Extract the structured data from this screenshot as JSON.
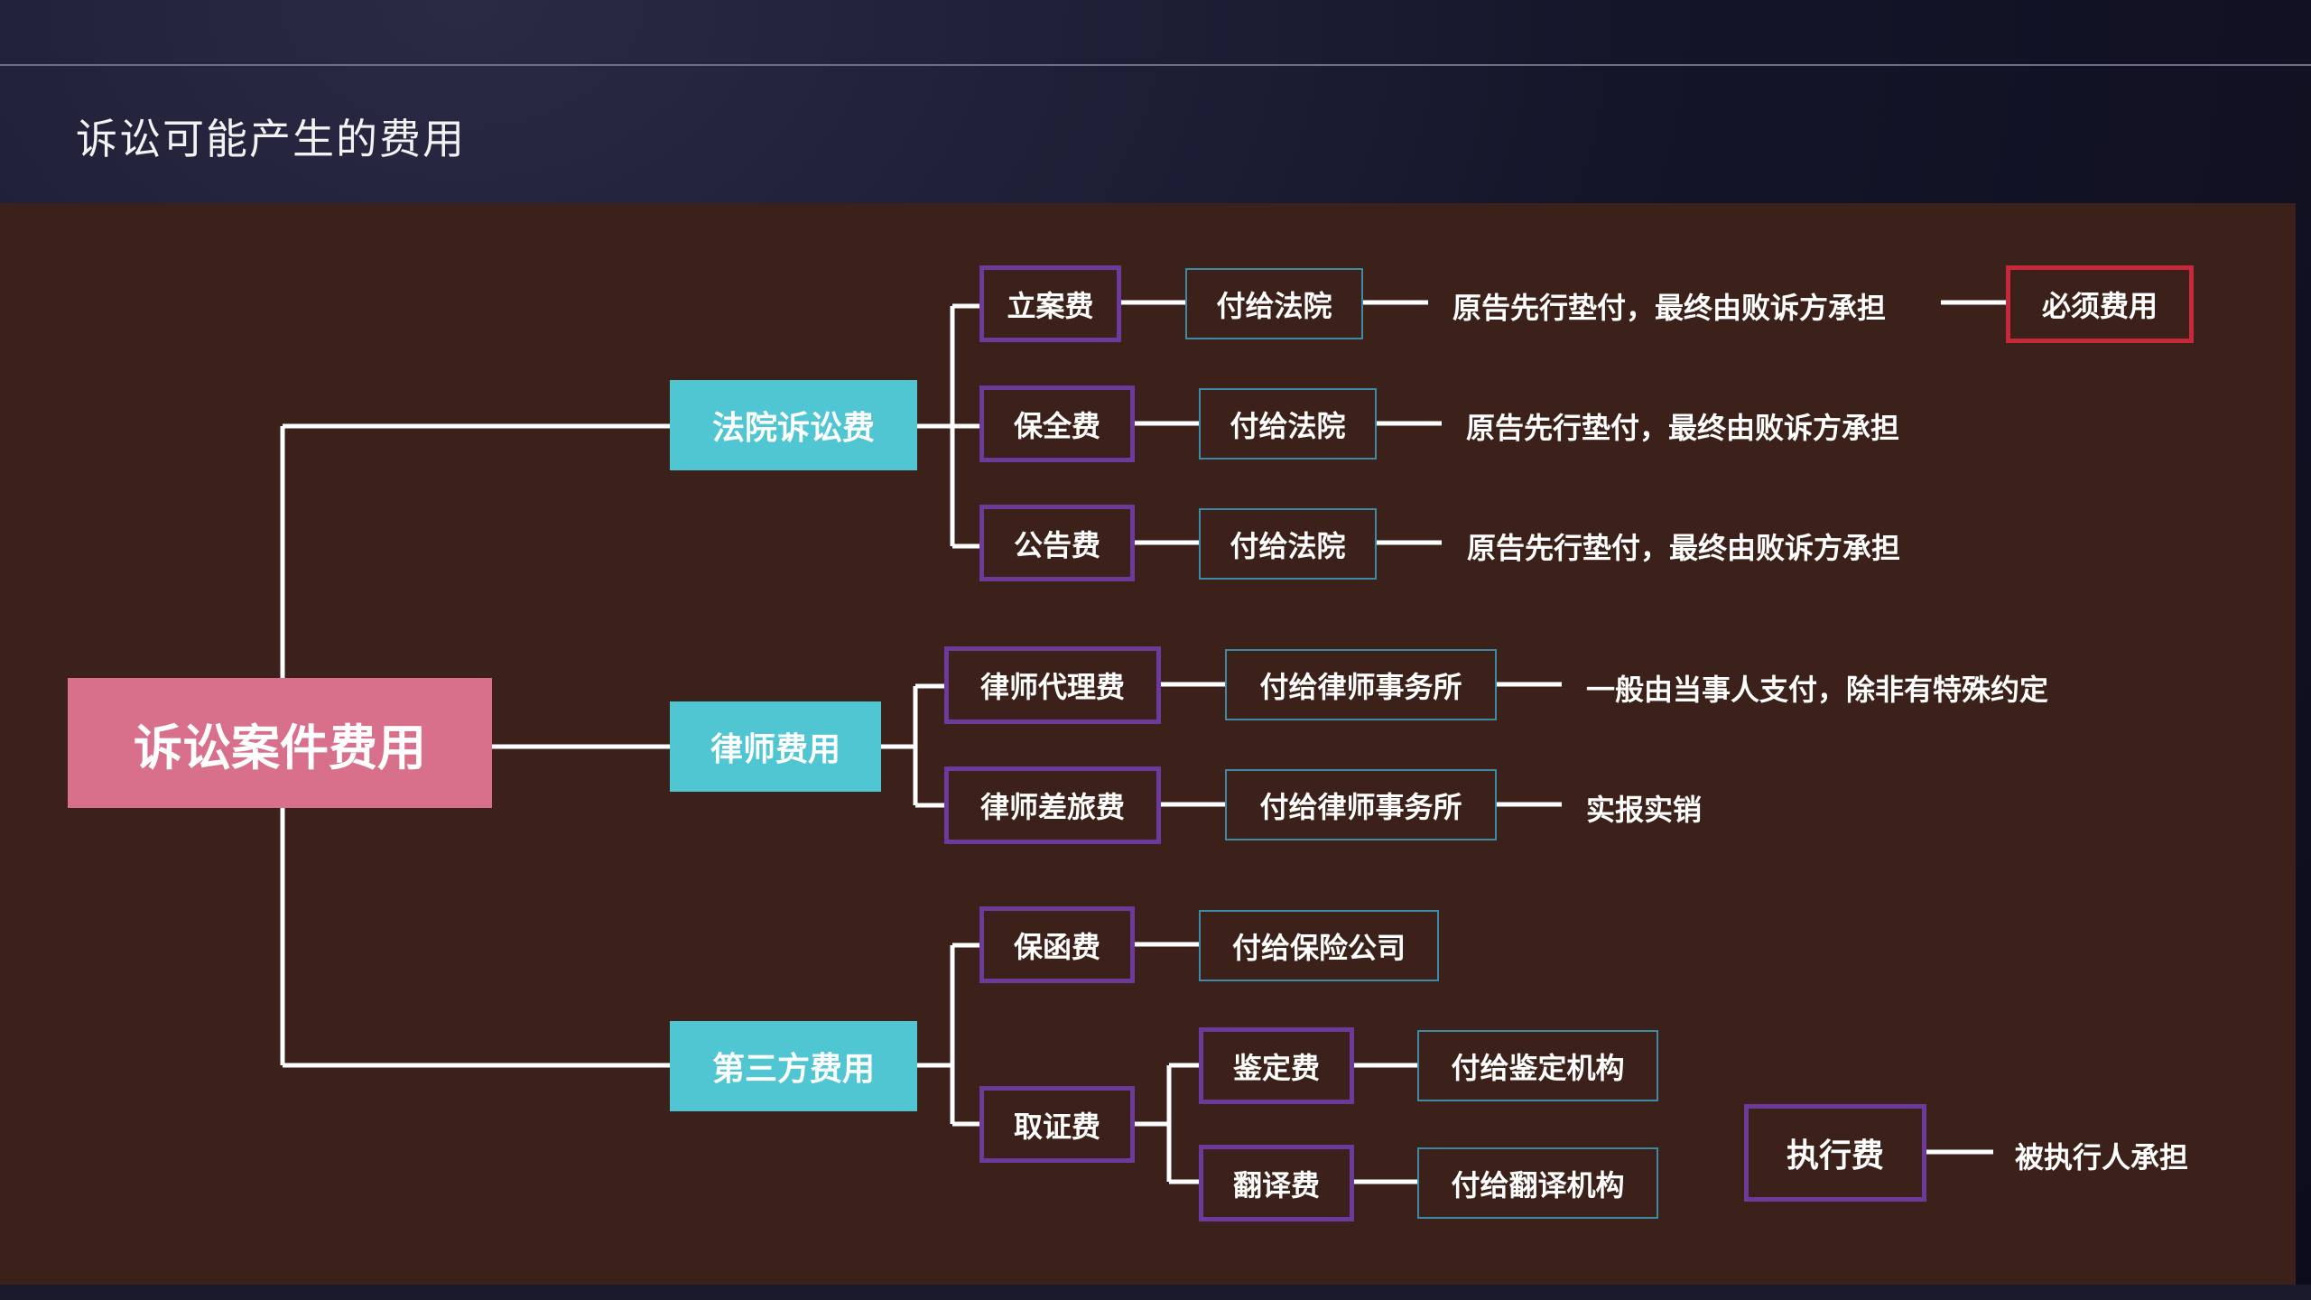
{
  "slide": {
    "title": "诉讼可能产生的费用"
  },
  "diagram": {
    "root": "诉讼案件费用",
    "court": {
      "label": "法院诉讼费",
      "items": [
        {
          "fee": "立案费",
          "payee": "付给法院",
          "note": "原告先行垫付，最终由败诉方承担",
          "tag": "必须费用"
        },
        {
          "fee": "保全费",
          "payee": "付给法院",
          "note": "原告先行垫付，最终由败诉方承担"
        },
        {
          "fee": "公告费",
          "payee": "付给法院",
          "note": "原告先行垫付，最终由败诉方承担"
        }
      ]
    },
    "lawyer": {
      "label": "律师费用",
      "items": [
        {
          "fee": "律师代理费",
          "payee": "付给律师事务所",
          "note": "一般由当事人支付，除非有特殊约定"
        },
        {
          "fee": "律师差旅费",
          "payee": "付给律师事务所",
          "note": "实报实销"
        }
      ]
    },
    "third": {
      "label": "第三方费用",
      "guarantee": {
        "fee": "保函费",
        "payee": "付给保险公司"
      },
      "evidence": {
        "fee": "取证费",
        "items": [
          {
            "fee": "鉴定费",
            "payee": "付给鉴定机构"
          },
          {
            "fee": "翻译费",
            "payee": "付给翻译机构"
          }
        ]
      }
    },
    "execution": {
      "fee": "执行费",
      "note": "被执行人承担"
    }
  }
}
